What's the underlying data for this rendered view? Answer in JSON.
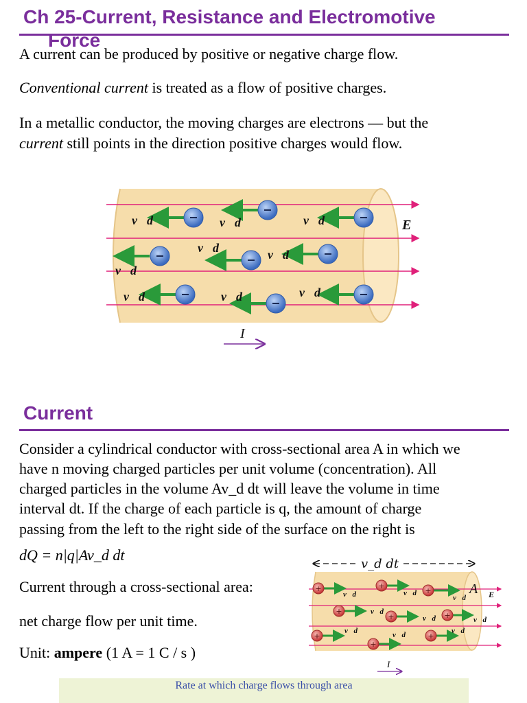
{
  "section1": {
    "title_line1": "Ch 25-Current, Resistance and Electromotive",
    "title_line2": "Force",
    "p1": "A current can be produced by positive or negative charge flow.",
    "p2_italic": "Conventional current",
    "p2_rest": " is treated as a flow of positive charges.",
    "p3_line1": "In a metallic conductor, the moving charges are electrons — but the",
    "p3_italic": "current",
    "p3_rest": " still points in the direction positive charges would flow."
  },
  "figure1": {
    "drift_label": "v⃗d",
    "field_label": "E⃗",
    "current_label": "I"
  },
  "section2": {
    "title": "Current",
    "lines": [
      "Consider a cylindrical conductor with cross-sectional area A in which we",
      "have n moving charged particles per unit volume (concentration). All",
      "charged particles in the volume Av_d dt will leave the volume in time",
      "interval dt. If the charge of each particle is q, the amount of charge",
      "passing from the left to the right side of the surface on the right is",
      "dQ = n|q|Av_d dt"
    ],
    "current_def": "Current through a cross-sectional area:",
    "net_flow": "net charge flow per unit time.",
    "unit_prefix": "Unit: ",
    "unit_bold": "ampere",
    "unit_rest": " (1 A = 1 C / s )"
  },
  "figure2": {
    "length_label": "v_d dt",
    "area_label": "A",
    "field_label": "E⃗",
    "drift_label": "v⃗d",
    "current_label": "I"
  },
  "footer": {
    "caption": "Rate at which charge flows through area"
  },
  "colors": {
    "heading": "#7a2e9c",
    "cylinder": "#f6ddab",
    "field_line": "#e0207a",
    "drift_arrow": "#2a9a3a",
    "electron": "#4f7fd0",
    "proton": "#d84c4c"
  }
}
